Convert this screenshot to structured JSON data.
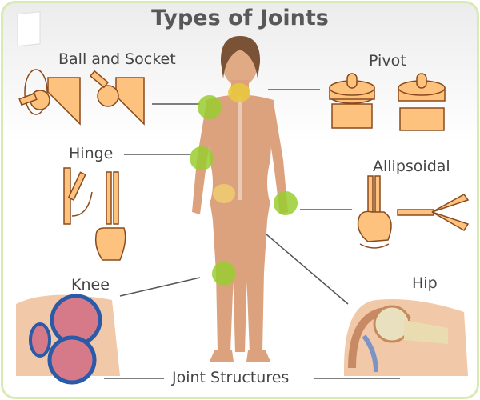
{
  "title": "Types of Joints",
  "labels": {
    "ball_socket": "Ball and Socket",
    "pivot": "Pivot",
    "hinge": "Hinge",
    "ellipsoidal": "Allipsoidal",
    "knee": "Knee",
    "hip": "Hip",
    "joint_structures": "Joint Structures"
  },
  "colors": {
    "joint_marker": "#9acd32",
    "icon_fill": "#fdc27e",
    "icon_stroke": "#8b4a1c",
    "border": "#d9ebb5"
  }
}
